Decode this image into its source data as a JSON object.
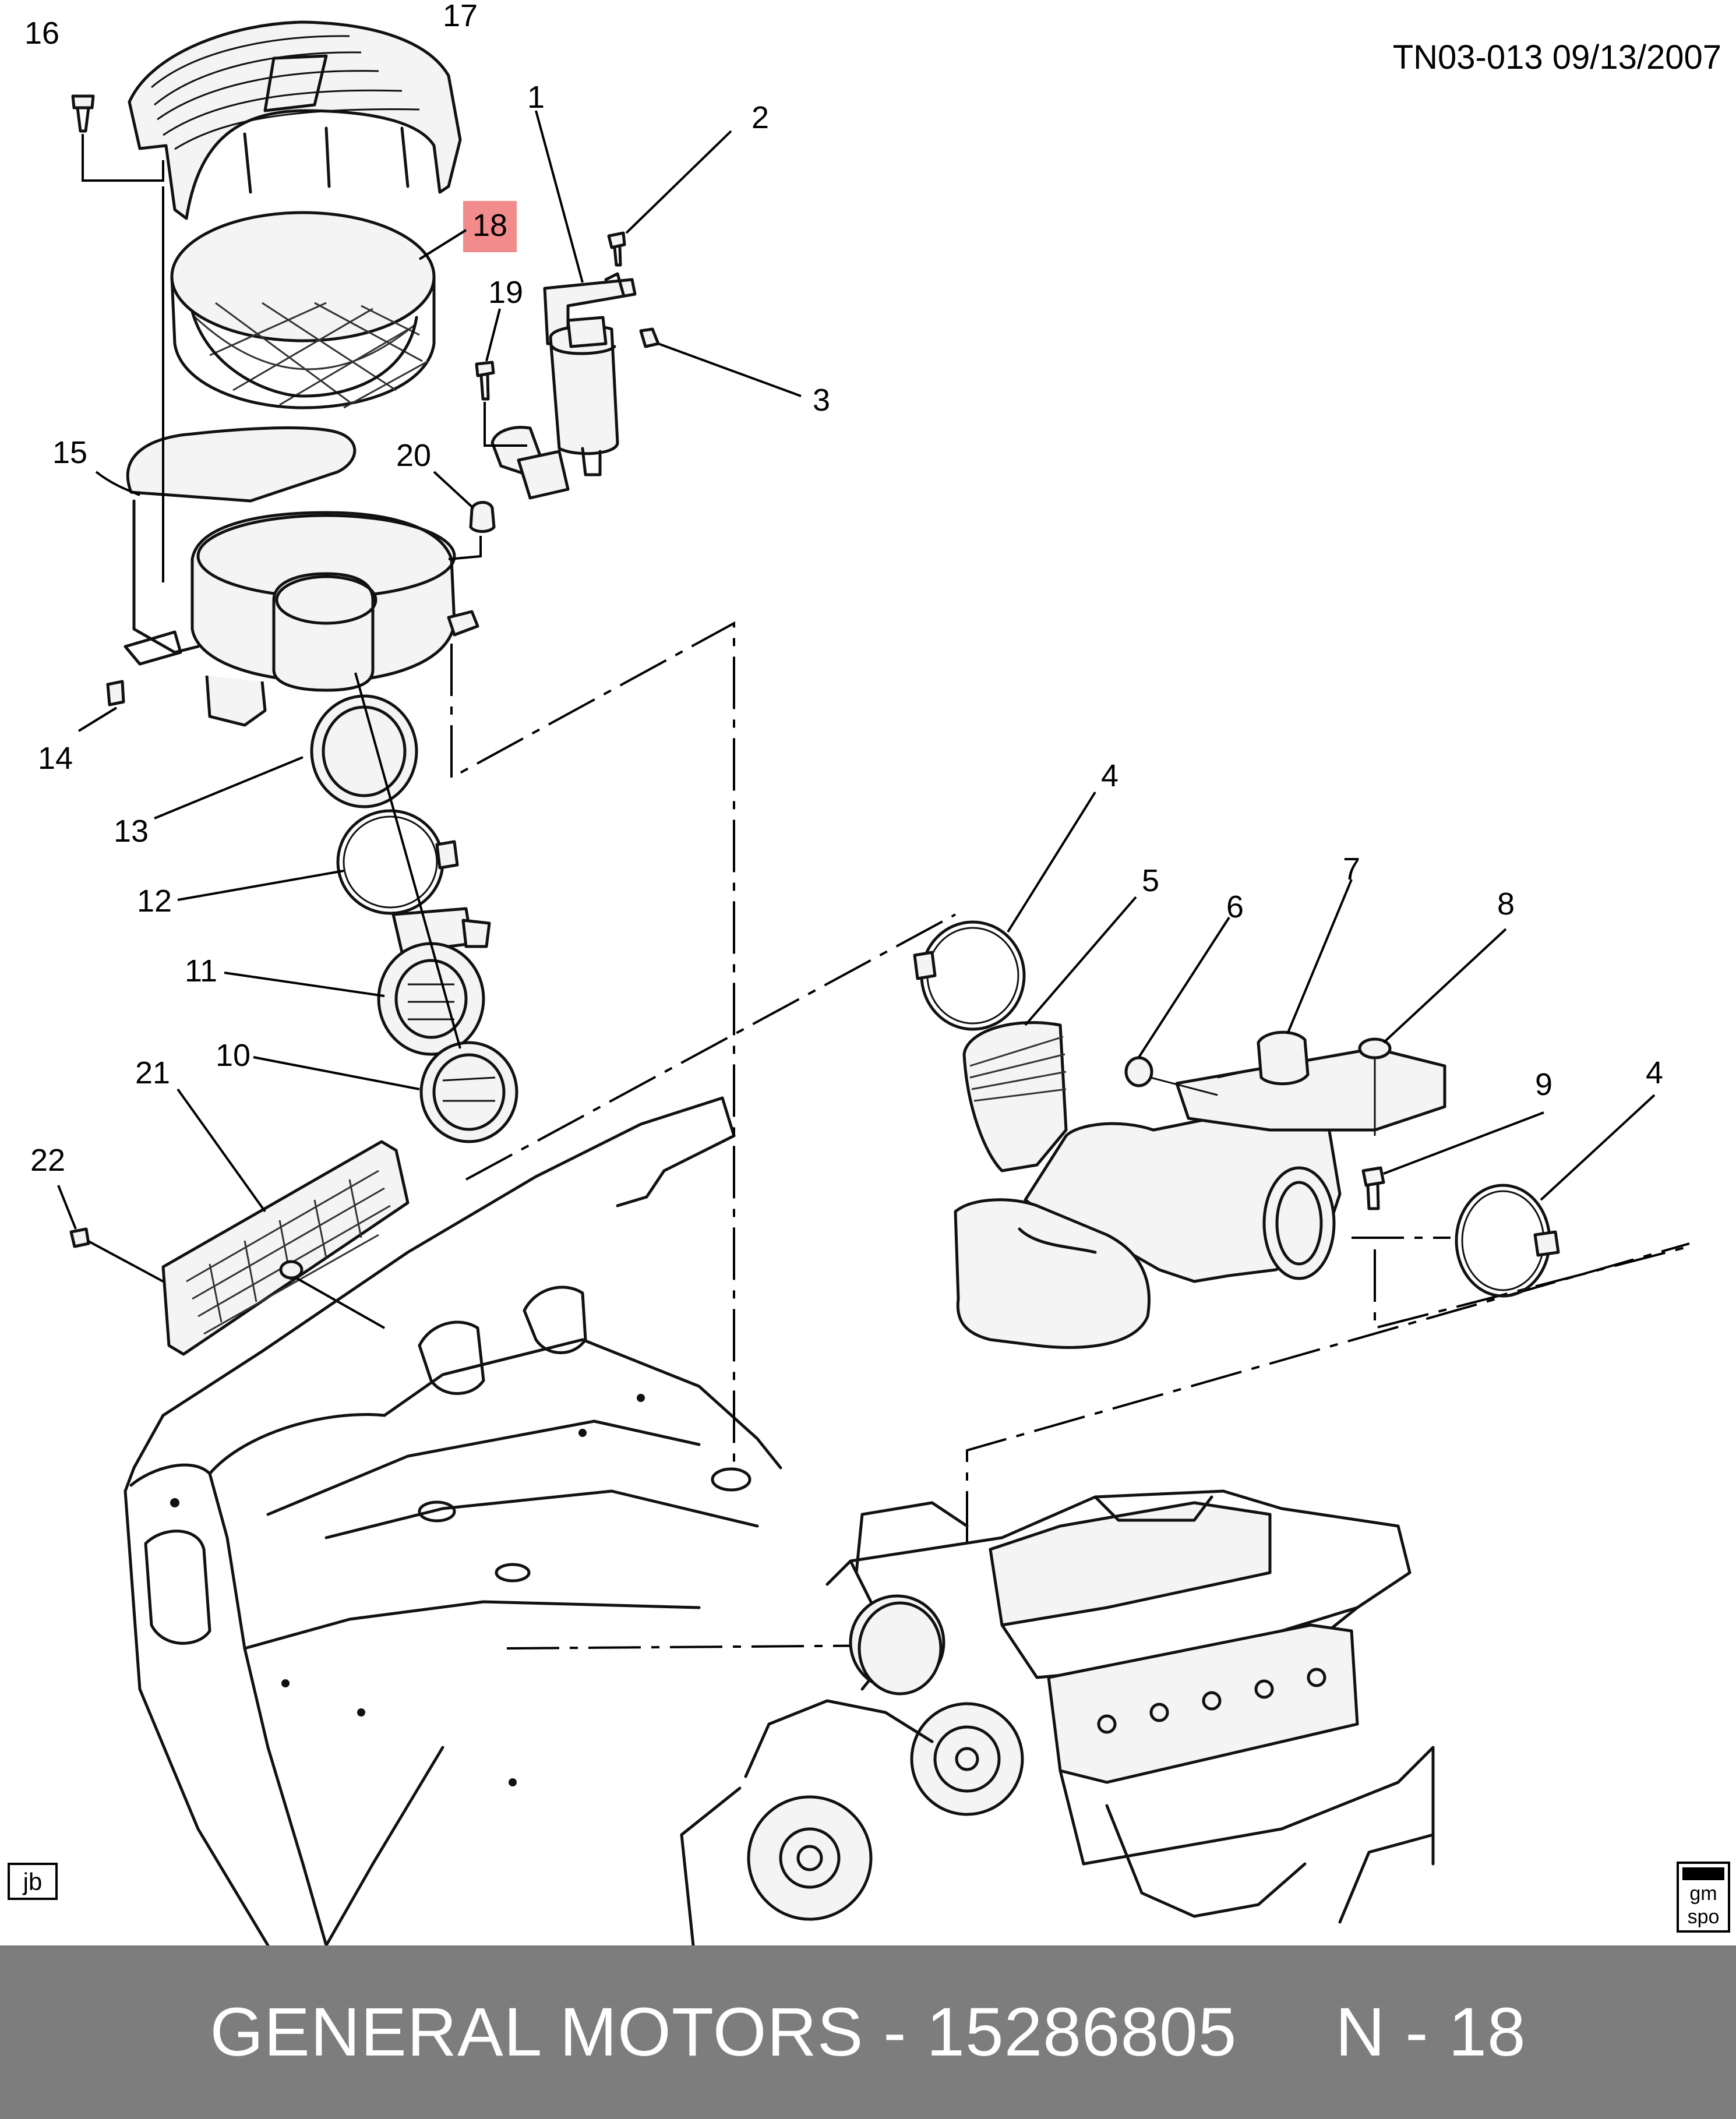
{
  "header": {
    "doc_code": "TN03-013  09/13/2007"
  },
  "badges": {
    "left": "jb",
    "right_top": "gm",
    "right_bottom": "spo"
  },
  "callouts": {
    "c1": "1",
    "c2": "2",
    "c3": "3",
    "c4a": "4",
    "c4b": "4",
    "c5": "5",
    "c6": "6",
    "c7": "7",
    "c8": "8",
    "c9": "9",
    "c10": "10",
    "c11": "11",
    "c12": "12",
    "c13": "13",
    "c14": "14",
    "c15": "15",
    "c16": "16",
    "c17": "17",
    "c18": "18",
    "c19": "19",
    "c20": "20",
    "c21": "21",
    "c22": "22"
  },
  "highlight": {
    "label": "18",
    "color": "#f28b8b"
  },
  "footer": {
    "brand": "GENERAL MOTORS",
    "part_number": "15286805",
    "ref": "N - 18",
    "text": "GENERAL MOTORS - 15286805     N - 18",
    "background": "#7d7d7d"
  }
}
